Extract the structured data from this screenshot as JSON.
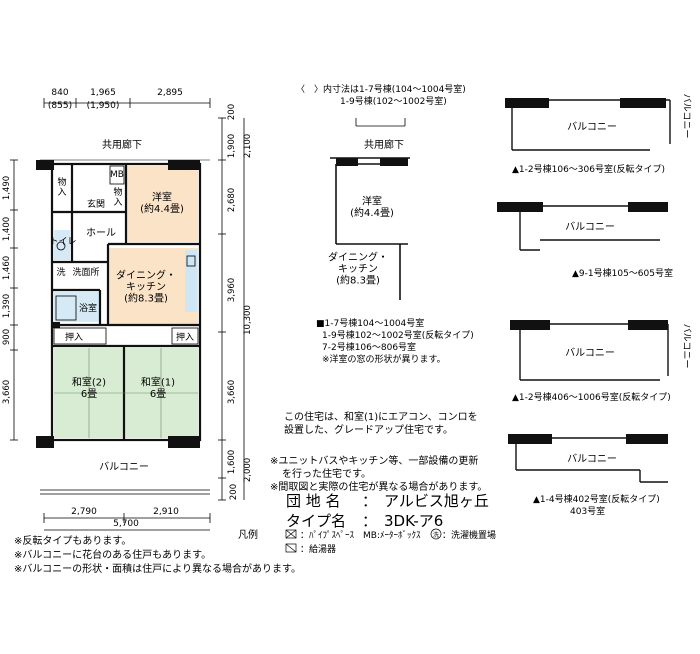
{
  "top_note": {
    "line1": "〈　〉内寸法は1-7号棟(104～1004号室)",
    "line2": "1-9号棟(102～1002号室)"
  },
  "dims_top": [
    "840",
    "1,965",
    "2,895"
  ],
  "dims_top_alt": [
    "(855)",
    "(1,950)"
  ],
  "dims_bottom": [
    "2,790",
    "2,910",
    "5,700"
  ],
  "dims_left": [
    "1,490",
    "1,400",
    "1,460",
    "1,390",
    "900",
    "3,660"
  ],
  "dims_right": [
    "200",
    "1,900",
    "2,100",
    "2,680",
    "3,960",
    "10,300",
    "3,660",
    "1,600",
    "2,000",
    "200"
  ],
  "corridor_label": "共用廊下",
  "balcony_label": "バルコニー",
  "rooms": {
    "storage1": "物\n入",
    "genkan": "玄関",
    "mb": "MB",
    "storage2": "物\n入",
    "youshitsu": "洋室\n(約4.4畳)",
    "hall": "ホール",
    "toilet": "トイレ",
    "laundry_mark": "洗",
    "washroom": "洗面所",
    "dining": "ダイニング・\nキッチン\n(約8.3畳)",
    "bath": "浴室",
    "oshiire_left": "押入",
    "oshiire_right": "押入",
    "washitsu2": "和室(2)\n6畳",
    "washitsu1": "和室(1)\n6畳"
  },
  "variant": {
    "corridor": "共用廊下",
    "youshitsu": "洋室\n(約4.4畳)",
    "dining": "ダイニング・\nキッチン\n(約8.3畳)",
    "notes": [
      "■1-7号棟104～1004号室",
      "1-9号棟102～1002号室(反転タイプ)",
      "7-2号棟106～806号室",
      "※洋室の窓の形状が異ります。"
    ]
  },
  "balcony_variants": [
    {
      "label": "バルコニー",
      "side": "バルコニー",
      "caption": "▲1-2号棟106～306号室(反転タイプ)"
    },
    {
      "label": "バルコニー",
      "side": "",
      "caption": "▲9-1号棟105～605号室"
    },
    {
      "label": "バルコニー",
      "side": "バルコニー",
      "caption": "▲1-2号棟406～1006号室(反転タイプ)"
    },
    {
      "label": "バルコニー",
      "side": "",
      "caption": "▲1-4号棟402号室(反転タイプ)",
      "caption2": "403号室"
    }
  ],
  "upgrade_note": [
    "この住宅は、和室(1)にエアコン、コンロを",
    "設置した、グレードアップ住宅です。"
  ],
  "renovation_notes": [
    "※ユニットバスやキッチン等、一部設備の更新",
    "を行った住宅です。",
    "※間取図と実際の住宅が異なる場合があります。"
  ],
  "info": {
    "danchi_key": "団 地 名",
    "danchi_value": "アルビス旭ヶ丘",
    "type_key": "タイプ名",
    "type_value": "3DK-ア6",
    "colon": "："
  },
  "legend": {
    "title": "凡例",
    "item1": "：ﾊﾟｲﾌﾟｽﾍﾟｰｽ　MB:ﾒｰﾀｰﾎﾞｯｸｽ",
    "laundry_mark": "洗",
    "item2": "：洗濯機置場",
    "item3": "：給湯器"
  },
  "footer_notes": [
    "※反転タイプもあります。",
    "※バルコニーに花台のある住戸もあります。",
    "※バルコニーの形状・面積は住戸により異なる場合があります。"
  ],
  "colors": {
    "youshitsu": "#fbe3c8",
    "dining": "#fbe3c8",
    "washitsu": "#d8ecd3",
    "wet": "#d6eaf5",
    "hall": "#ffffff",
    "wall": "#111111",
    "kitchen": "#cfe6f4"
  }
}
